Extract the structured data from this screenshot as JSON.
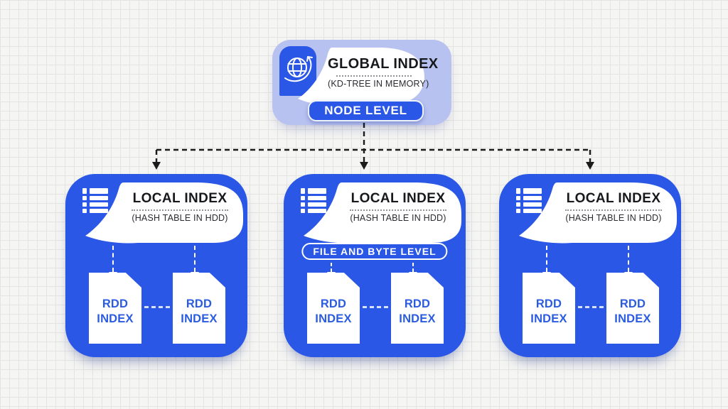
{
  "colors": {
    "accent_blue": "#2a57e5",
    "root_box_bg": "#b8c2f0",
    "canvas_bg": "#f5f5f3",
    "grid_line": "#e4e4e1",
    "connector": "#1b1b1b",
    "doc_text": "#2b5ce0"
  },
  "root_node": {
    "icon": "globe-icon",
    "title": "GLOBAL INDEX",
    "subtitle": "(KD-TREE IN MEMORY)",
    "badge": "NODE LEVEL"
  },
  "local_nodes": [
    {
      "icon": "list-icon",
      "title": "LOCAL INDEX",
      "subtitle": "(HASH TABLE IN HDD)",
      "children": [
        {
          "label": "RDD INDEX"
        },
        {
          "label": "RDD INDEX"
        }
      ]
    },
    {
      "icon": "list-icon",
      "title": "LOCAL INDEX",
      "subtitle": "(HASH TABLE IN HDD)",
      "badge": "FILE AND BYTE LEVEL",
      "children": [
        {
          "label": "RDD INDEX"
        },
        {
          "label": "RDD INDEX"
        }
      ]
    },
    {
      "icon": "list-icon",
      "title": "LOCAL INDEX",
      "subtitle": "(HASH TABLE IN HDD)",
      "children": [
        {
          "label": "RDD INDEX"
        },
        {
          "label": "RDD INDEX"
        }
      ]
    }
  ]
}
